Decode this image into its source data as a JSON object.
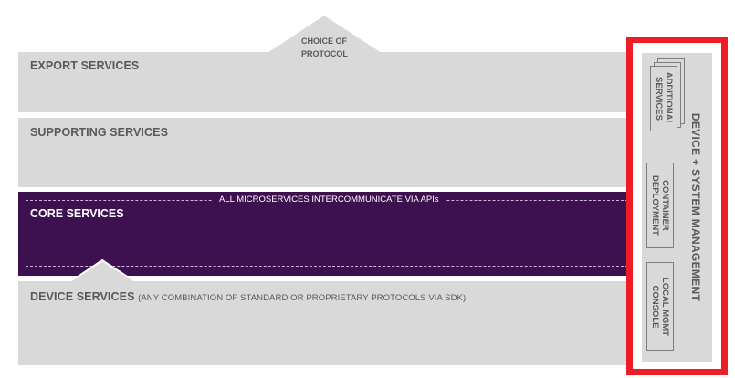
{
  "roof": {
    "label_line1": "CHOICE OF",
    "label_line2": "PROTOCOL"
  },
  "layers": {
    "export": {
      "title": "EXPORT SERVICES"
    },
    "supporting": {
      "title": "SUPPORTING SERVICES"
    },
    "core": {
      "title": "CORE SERVICES",
      "api_note": "ALL MICROSERVICES INTERCOMMUNICATE VIA APIs"
    },
    "device": {
      "title": "DEVICE SERVICES",
      "subtitle": "(ANY COMBINATION OF STANDARD OR PROPRIETARY PROTOCOLS VIA SDK)"
    }
  },
  "management": {
    "title": "DEVICE + SYSTEM MANAGEMENT",
    "boxes": [
      {
        "line1": "ADDITIONAL",
        "line2": "SERVICES"
      },
      {
        "line1": "CONTAINER",
        "line2": "DEPLOYMENT"
      },
      {
        "line1": "LOCAL MGMT",
        "line2": "CONSOLE"
      }
    ]
  },
  "colors": {
    "band_gray": "#d9d9d9",
    "core_purple": "#3d1150",
    "text_gray": "#595959",
    "highlight_red": "#ee1c25"
  }
}
